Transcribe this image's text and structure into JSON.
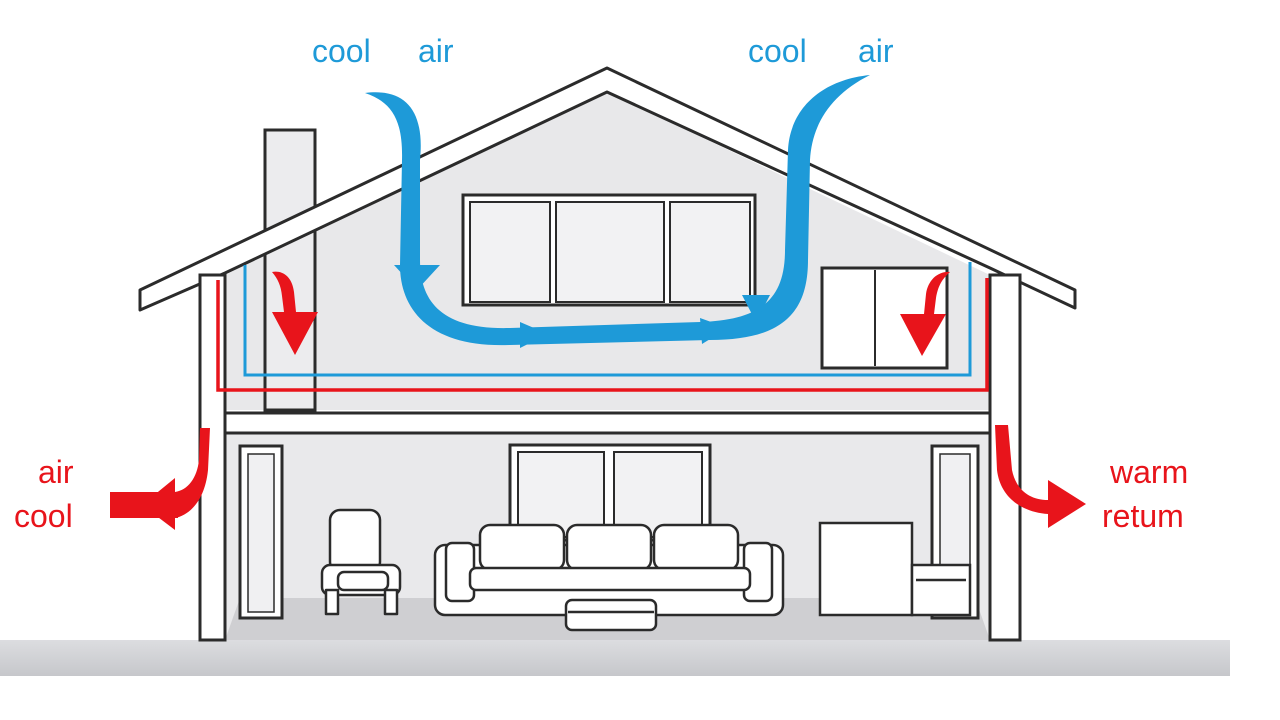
{
  "labels": {
    "top_left": {
      "word1": "cool",
      "word2": "air"
    },
    "top_right": {
      "word1": "cool",
      "word2": "air"
    },
    "left_side": {
      "line1": "air",
      "line2": "cool"
    },
    "right_side": {
      "line1": "warm",
      "line2": "retum"
    }
  },
  "colors": {
    "cool_air": "#1e9ad8",
    "warm_air": "#e8141b",
    "outline": "#2b2b2b",
    "wall_fill": "#e8e8ea",
    "ground": "#cfd0d3"
  }
}
